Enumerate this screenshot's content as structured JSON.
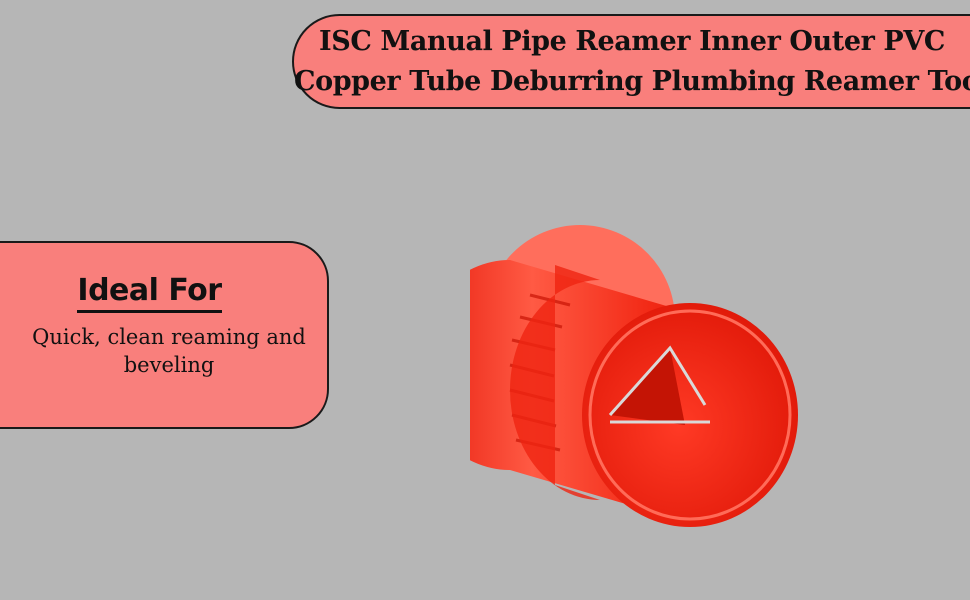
{
  "title": {
    "line1": "ISC Manual Pipe Reamer Inner Outer PVC",
    "line2": "Copper Tube Deburring Plumbing Reamer Tool"
  },
  "panel": {
    "heading": "Ideal For",
    "text": "Quick, clean reaming and beveling"
  },
  "colors": {
    "background": "#b6b6b6",
    "banner": "#f97f7c",
    "tool": "#f42d1d"
  },
  "product": {
    "icon": "pipe-reamer-icon"
  }
}
